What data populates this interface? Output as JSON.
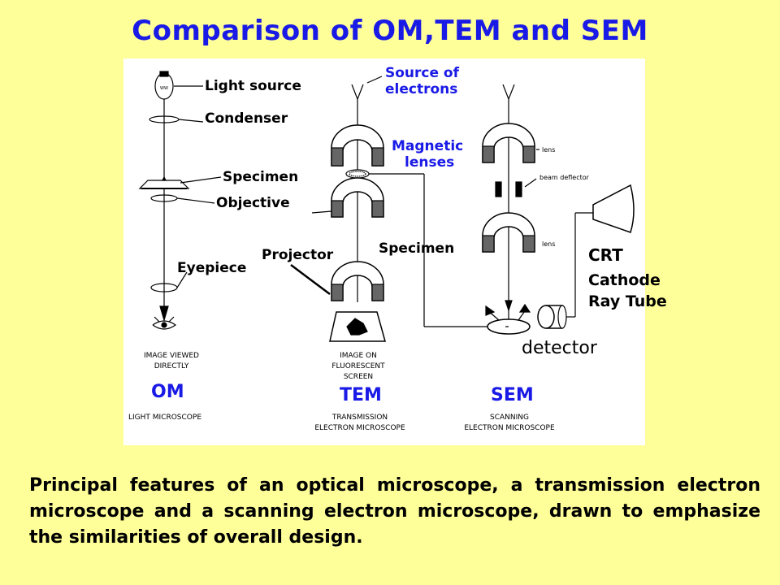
{
  "title": "Comparison of OM,TEM and SEM",
  "labels": {
    "light_source": "Light source",
    "condenser": "Condenser",
    "specimen_om": "Specimen",
    "objective": "Objective",
    "eyepiece": "Eyepiece",
    "projector": "Projector",
    "source_of_electrons_1": "Source of",
    "source_of_electrons_2": "electrons",
    "magnetic_lenses_1": "Magnetic",
    "magnetic_lenses_2": "lenses",
    "specimen_sem": "Specimen",
    "crt": "CRT",
    "cathode": "Cathode",
    "ray_tube": "Ray Tube",
    "detector": "detector",
    "lens_1": "lens",
    "beam_deflector": "beam deflector",
    "lens_2": "lens"
  },
  "captions": {
    "om_view_1": "IMAGE VIEWED",
    "om_view_2": "DIRECTLY",
    "tem_view_1": "IMAGE ON",
    "tem_view_2": "FLUORESCENT",
    "tem_view_3": "SCREEN"
  },
  "columns": {
    "om": "OM",
    "tem": "TEM",
    "sem": "SEM",
    "om_full": "LIGHT MICROSCOPE",
    "tem_full_1": "TRANSMISSION",
    "tem_full_2": "ELECTRON MICROSCOPE",
    "sem_full_1": "SCANNING",
    "sem_full_2": "ELECTRON MICROSCOPE"
  },
  "caption": "Principal features of an optical microscope, a transmission electron microscope and a scanning electron microscope, drawn to emphasize the similarities of overall design.",
  "colors": {
    "title": "#1a1ae6",
    "background": "#ffff99",
    "lens_gray": "#666666"
  }
}
